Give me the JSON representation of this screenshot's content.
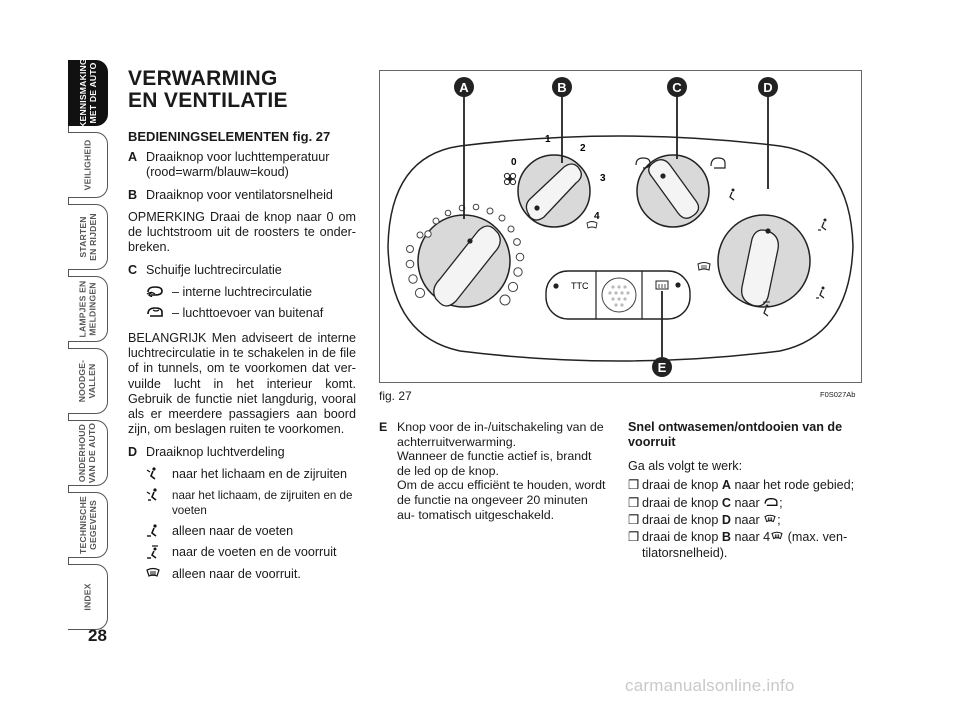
{
  "page_number": "28",
  "side_tabs": [
    {
      "label": "KENNISMAKING\nMET DE AUTO",
      "active": true
    },
    {
      "label": "VEILIGHEID",
      "active": false
    },
    {
      "label": "STARTEN\nEN RIJDEN",
      "active": false
    },
    {
      "label": "LAMPJES EN\nMELDINGEN",
      "active": false
    },
    {
      "label": "NOODGE-\nVALLEN",
      "active": false
    },
    {
      "label": "ONDERHOUD\nVAN DE AUTO",
      "active": false
    },
    {
      "label": "TECHNISCHE\nGEGEVENS",
      "active": false
    },
    {
      "label": "INDEX",
      "active": false
    }
  ],
  "section": {
    "title_line1": "VERWARMING",
    "title_line2": "EN VENTILATIE",
    "subtitle": "BEDIENINGSELEMENTEN fig. 27",
    "item_a_letter": "A",
    "item_a_text": "Draaiknop voor luchttemperatuur (rood=warm/blauw=koud)",
    "item_b_letter": "B",
    "item_b_text": "Draaiknop voor ventilatorsnelheid",
    "opmerking": "OPMERKING Draai de knop naar 0 om de luchtstroom uit de roosters te onder- breken.",
    "item_c_letter": "C",
    "item_c_text": "Schuifje luchtrecirculatie",
    "c_option_1": "– interne luchtrecirculatie",
    "c_option_2": "– luchttoevoer van buitenaf",
    "belangrijk": "BELANGRIJK Men adviseert de interne luchtrecirculatie in te schakelen in de file of in tunnels, om te voorkomen dat ver- vuilde lucht in het interieur komt. Gebruik de functie niet langdurig, vooral als er meerdere passagiers aan boord zijn, om beslagen ruiten te voorkomen.",
    "item_d_letter": "D",
    "item_d_text": "Draaiknop luchtverdeling",
    "d_option_1": "naar het lichaam en de zijruiten",
    "d_option_2": "naar het lichaam, de zijruiten en de voeten",
    "d_option_3": "alleen naar de voeten",
    "d_option_4": "naar de voeten en de voorruit",
    "d_option_5": "alleen naar de voorruit."
  },
  "figure": {
    "caption": "fig. 27",
    "code": "F0S027Ab",
    "callouts": [
      "A",
      "B",
      "C",
      "D",
      "E"
    ],
    "fan_scale": [
      "0",
      "1",
      "2",
      "3",
      "4"
    ],
    "ttc_label": "TTC"
  },
  "item_e": {
    "letter": "E",
    "text_1": "Knop voor de in-/uitschakeling van de achterruitverwarming.",
    "text_2": "Wanneer de functie actief is, brandt de led op de knop.",
    "text_3": "Om de accu efficiënt te houden, wordt de functie na ongeveer 20 minuten au- tomatisch uitgeschakeld."
  },
  "defrost": {
    "heading": "Snel ontwasemen/ontdooien van de voorruit",
    "intro": "Ga als volgt te werk:",
    "step1_pre": "draai de knop",
    "step1_key": "A",
    "step1_post": "naar het rode gebied;",
    "step2_pre": "draai de knop",
    "step2_key": "C",
    "step2_post": "naar",
    "step3_pre": "draai de knop",
    "step3_key": "D",
    "step3_post": "naar",
    "step4_pre": "draai de knop",
    "step4_key": "B",
    "step4_post": "naar 4",
    "step4_tail": "(max. ven- tilatorsnelheid)."
  },
  "watermark": "carmanualsonline.info",
  "colors": {
    "ink": "#1a1a1a",
    "tab_active": "#111111",
    "watermark": "#c9c9c9",
    "panel_fill": "#d9d9d9"
  }
}
